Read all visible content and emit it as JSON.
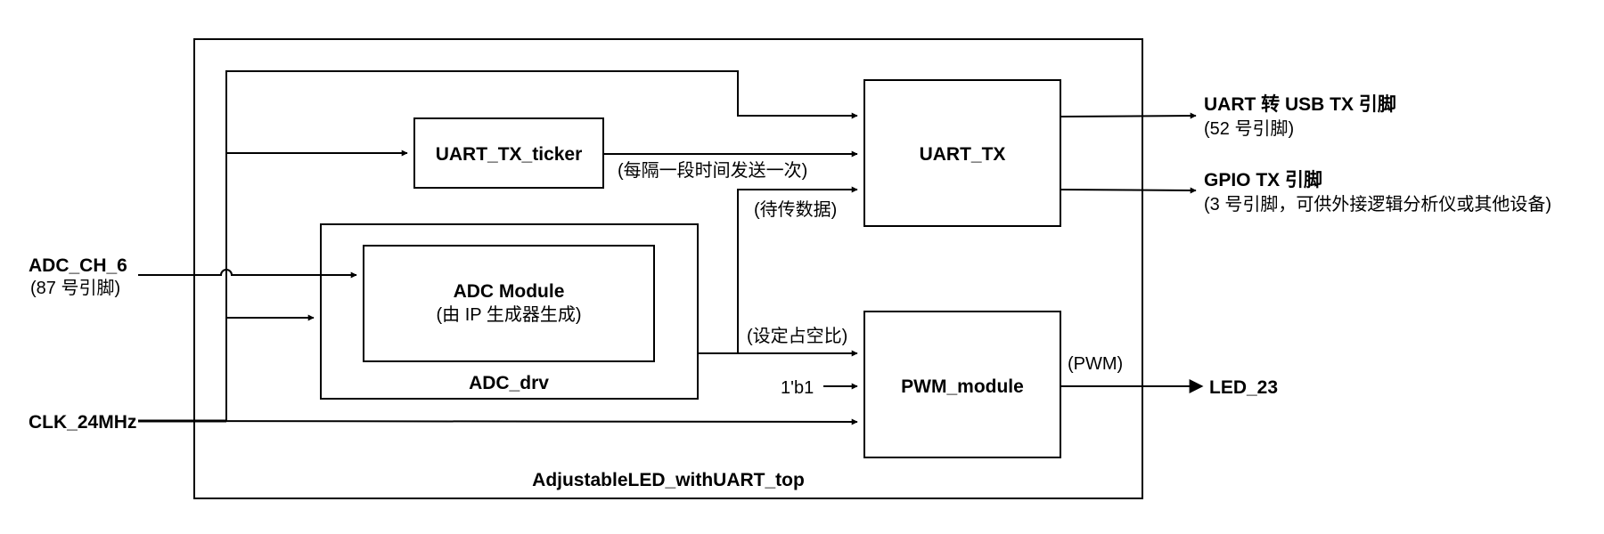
{
  "diagram": {
    "top_label": "AdjustableLED_withUART_top",
    "blocks": {
      "uart_tx_ticker": "UART_TX_ticker",
      "uart_tx": "UART_TX",
      "adc_drv": "ADC_drv",
      "adc_module_title": "ADC Module",
      "adc_module_sub": "(由 IP 生成器生成)",
      "pwm_module": "PWM_module"
    },
    "inputs": {
      "adc_ch": "ADC_CH_6",
      "adc_ch_pin": "(87 号引脚)",
      "clk": "CLK_24MHz"
    },
    "outputs": {
      "uart_usb": "UART 转 USB TX 引脚",
      "uart_usb_pin": "(52 号引脚)",
      "gpio_tx": "GPIO TX 引脚",
      "gpio_tx_pin": "(3 号引脚，可供外接逻辑分析仪或其他设备)",
      "led": "LED_23"
    },
    "signal_labels": {
      "periodic": "(每隔一段时间发送一次)",
      "data": "(待传数据)",
      "duty": "(设定占空比)",
      "const": "1'b1",
      "pwm": "(PWM)"
    }
  }
}
